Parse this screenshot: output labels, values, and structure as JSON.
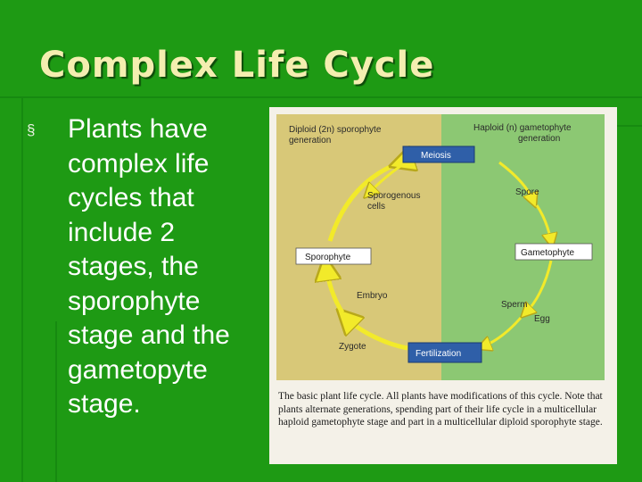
{
  "slide": {
    "title": "Complex Life Cycle",
    "bullet_marker": "§",
    "bullet_text": "Plants have complex life cycles that include 2 stages, the sporophyte stage and the gametopyte stage."
  },
  "figure": {
    "diploid_label_1": "Diploid (2n) sporophyte",
    "diploid_label_2": "generation",
    "haploid_label_1": "Haploid (n) gametophyte",
    "haploid_label_2": "generation",
    "meiosis": "Meiosis",
    "spore": "Spore",
    "sporogenous_1": "Sporogenous",
    "sporogenous_2": "cells",
    "sporophyte": "Sporophyte",
    "gametophyte": "Gametophyte",
    "embryo": "Embryo",
    "sperm": "Sperm",
    "egg": "Egg",
    "zygote": "Zygote",
    "fertilization": "Fertilization",
    "caption": "The basic plant life cycle. All plants have modifications of this cycle. Note that plants alternate generations, spending part of their life cycle in a multicellular haploid gametophyte stage and part in a multicellular diploid sporophyte stage."
  },
  "colors": {
    "background": "#1e9a14",
    "title": "#f4eeb0",
    "diploid_panel": "#d8c878",
    "haploid_panel": "#8cc873",
    "box_blue": "#2f5fa8",
    "arrow_yellow": "#f2ea2a"
  }
}
